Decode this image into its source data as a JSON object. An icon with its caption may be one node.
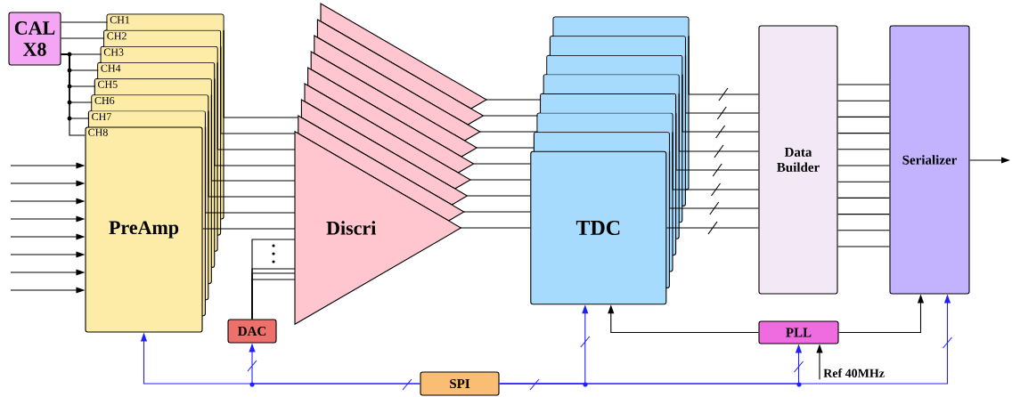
{
  "diagram": {
    "nodes": [
      {
        "text": [
          "CAL X8"
        ]
      },
      {
        "text": [
          "CH1"
        ]
      },
      {
        "text": [
          "CH2"
        ]
      },
      {
        "text": [
          "CH3"
        ]
      },
      {
        "text": [
          "CH4"
        ]
      },
      {
        "text": [
          "CH5"
        ]
      },
      {
        "text": [
          "CH6"
        ]
      },
      {
        "text": [
          "CH7"
        ]
      },
      {
        "text": [
          "CH8",
          "PreAmp"
        ]
      },
      {
        "text": [
          "DAC"
        ]
      },
      {
        "text": [],
        "shape": "triangle"
      },
      {
        "text": [],
        "shape": "triangle"
      },
      {
        "text": [],
        "shape": "triangle"
      },
      {
        "text": [],
        "shape": "triangle"
      },
      {
        "text": [],
        "shape": "triangle"
      },
      {
        "text": [],
        "shape": "triangle"
      },
      {
        "text": [],
        "shape": "triangle"
      },
      {
        "text": [],
        "shape": "triangle"
      },
      {
        "text": [
          "Discri"
        ]
      },
      {
        "text": [],
        "shape": "box"
      },
      {
        "text": [],
        "shape": "box"
      },
      {
        "text": [],
        "shape": "box"
      },
      {
        "text": [],
        "shape": "box"
      },
      {
        "text": [],
        "shape": "box"
      },
      {
        "text": [],
        "shape": "box"
      },
      {
        "text": [],
        "shape": "box"
      },
      {
        "text": [
          "TDC"
        ]
      },
      {
        "text": [
          "Data Builder"
        ]
      },
      {
        "text": [
          "Serializer"
        ]
      },
      {
        "text": [
          "PLL"
        ]
      },
      {
        "text": [
          "Ref 40MHz"
        ]
      },
      {
        "text": [
          "SPI"
        ]
      }
    ],
    "edges": [
      {
        "from": 0,
        "to": 1,
        "arrow": "none"
      },
      {
        "from": 0,
        "to": 2,
        "arrow": "none"
      },
      {
        "from": 0,
        "to": 3,
        "arrow": "none"
      },
      {
        "from": 0,
        "to": 4,
        "arrow": "none"
      },
      {
        "from": 0,
        "to": 5,
        "arrow": "none"
      },
      {
        "from": 0,
        "to": 6,
        "arrow": "none"
      },
      {
        "from": 0,
        "to": 7,
        "arrow": "none"
      },
      {
        "from": 0,
        "to": 8,
        "arrow": "none"
      },
      {
        "from": null,
        "to": 8,
        "arrow": "to"
      },
      {
        "from": null,
        "to": 8,
        "arrow": "to"
      },
      {
        "from": null,
        "to": 8,
        "arrow": "to"
      },
      {
        "from": null,
        "to": 8,
        "arrow": "to"
      },
      {
        "from": null,
        "to": 8,
        "arrow": "to"
      },
      {
        "from": null,
        "to": 8,
        "arrow": "to"
      },
      {
        "from": null,
        "to": 8,
        "arrow": "to"
      },
      {
        "from": null,
        "to": 8,
        "arrow": "to"
      },
      {
        "from": 1,
        "to": 17,
        "arrow": "none"
      },
      {
        "from": 2,
        "to": 18,
        "arrow": "none"
      },
      {
        "from": 3,
        "to": 18,
        "arrow": "none"
      },
      {
        "from": 4,
        "to": 18,
        "arrow": "none"
      },
      {
        "from": 5,
        "to": 18,
        "arrow": "none"
      },
      {
        "from": 6,
        "to": 18,
        "arrow": "none"
      },
      {
        "from": 7,
        "to": 18,
        "arrow": "none"
      },
      {
        "from": 8,
        "to": 18,
        "arrow": "none"
      },
      {
        "from": 9,
        "to": 18,
        "arrow": "none"
      },
      {
        "from": 9,
        "to": 18,
        "arrow": "none"
      },
      {
        "from": 9,
        "to": 18,
        "arrow": "none"
      },
      {
        "from": 9,
        "to": 18,
        "arrow": "none"
      },
      {
        "from": 10,
        "to": 23,
        "arrow": "none"
      },
      {
        "from": 11,
        "to": 24,
        "arrow": "none"
      },
      {
        "from": 12,
        "to": 24,
        "arrow": "none"
      },
      {
        "from": 13,
        "to": 25,
        "arrow": "none"
      },
      {
        "from": 14,
        "to": 26,
        "arrow": "none"
      },
      {
        "from": 15,
        "to": 26,
        "arrow": "none"
      },
      {
        "from": 16,
        "to": 26,
        "arrow": "none"
      },
      {
        "from": 17,
        "to": 26,
        "arrow": "none"
      },
      {
        "from": 18,
        "to": 26,
        "arrow": "none"
      },
      {
        "from": 19,
        "to": 27,
        "arrow": "none"
      },
      {
        "from": 20,
        "to": 27,
        "arrow": "none"
      },
      {
        "from": 21,
        "to": 27,
        "arrow": "none"
      },
      {
        "from": 22,
        "to": 27,
        "arrow": "none"
      },
      {
        "from": 23,
        "to": 27,
        "arrow": "none"
      },
      {
        "from": 24,
        "to": 27,
        "arrow": "none"
      },
      {
        "from": 25,
        "to": 27,
        "arrow": "none"
      },
      {
        "from": 26,
        "to": 27,
        "arrow": "none"
      },
      {
        "from": 27,
        "to": 28,
        "arrow": "none"
      },
      {
        "from": 27,
        "to": 28,
        "arrow": "none"
      },
      {
        "from": 27,
        "to": 28,
        "arrow": "none"
      },
      {
        "from": 27,
        "to": 28,
        "arrow": "none"
      },
      {
        "from": 27,
        "to": 28,
        "arrow": "none"
      },
      {
        "from": 27,
        "to": 28,
        "arrow": "none"
      },
      {
        "from": 27,
        "to": 28,
        "arrow": "none"
      },
      {
        "from": 27,
        "to": 28,
        "arrow": "none"
      },
      {
        "from": 27,
        "to": 28,
        "arrow": "none"
      },
      {
        "from": 27,
        "to": 28,
        "arrow": "none"
      },
      {
        "from": 27,
        "to": 28,
        "arrow": "none"
      },
      {
        "from": 28,
        "to": null,
        "arrow": "to"
      },
      {
        "from": 31,
        "to": 8,
        "arrow": "to",
        "color": "#2020ff"
      },
      {
        "from": 31,
        "to": 9,
        "arrow": "to",
        "color": "#2020ff"
      },
      {
        "from": 31,
        "to": 26,
        "arrow": "to",
        "color": "#2020ff"
      },
      {
        "from": 31,
        "to": 29,
        "arrow": "to",
        "color": "#2020ff"
      },
      {
        "from": 31,
        "to": 28,
        "arrow": "to",
        "color": "#2020ff"
      },
      {
        "from": 29,
        "to": 26,
        "arrow": "to"
      },
      {
        "from": 29,
        "to": 28,
        "arrow": "to"
      },
      {
        "from": 30,
        "to": 29,
        "arrow": "to"
      }
    ]
  }
}
